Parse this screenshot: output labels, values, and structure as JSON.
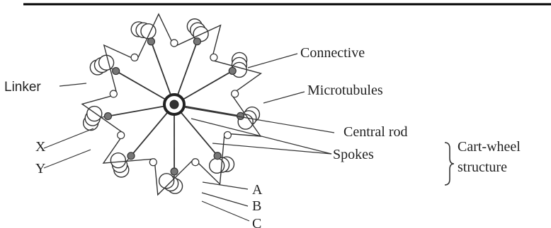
{
  "labels": {
    "linker": "Linker",
    "connective": "Connective",
    "microtubules": "Microtubules",
    "central_rod": "Central rod",
    "spokes": "Spokes",
    "cart_wheel_1": "Cart-wheel",
    "cart_wheel_2": "structure",
    "x": "X",
    "y": "Y",
    "a": "A",
    "b": "B",
    "c": "C"
  },
  "structure": {
    "triplet_count": 9,
    "spoke_count": 9
  }
}
